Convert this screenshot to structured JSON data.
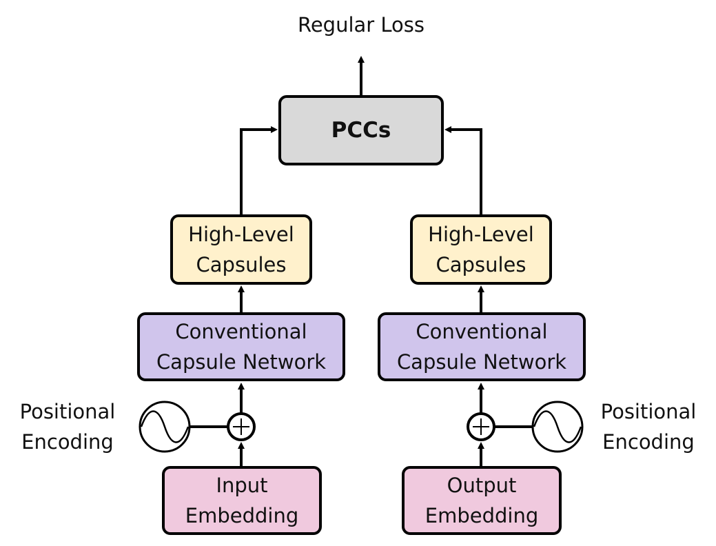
{
  "output_label": "Regular Loss",
  "pccs": {
    "label": "PCCs"
  },
  "left": {
    "high_level": [
      "High-Level",
      "Capsules"
    ],
    "network": [
      "Conventional",
      "Capsule Network"
    ],
    "embedding": [
      "Input",
      "Embedding"
    ],
    "positional": [
      "Positional",
      "Encoding"
    ]
  },
  "right": {
    "high_level": [
      "High-Level",
      "Capsules"
    ],
    "network": [
      "Conventional",
      "Capsule Network"
    ],
    "embedding": [
      "Output",
      "Embedding"
    ],
    "positional": [
      "Positional",
      "Encoding"
    ]
  },
  "colors": {
    "pccs": "#d9d9d9",
    "high_level": "#fff1cc",
    "network": "#d0c5ec",
    "embedding": "#f0c9de",
    "stroke": "#000000"
  },
  "icons": [
    "sine-wave-icon",
    "plus-circle-icon",
    "arrow-icon"
  ]
}
